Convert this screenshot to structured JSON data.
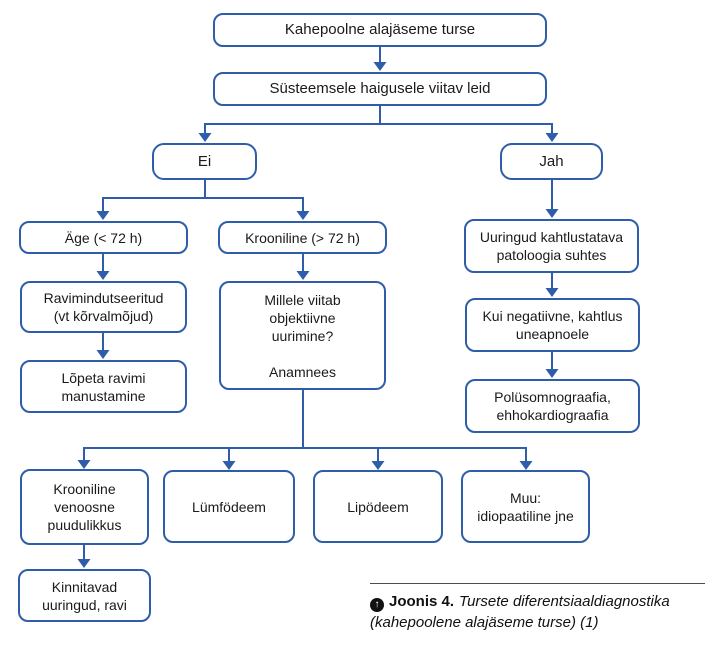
{
  "colors": {
    "accent": "#2f5da9",
    "box_background": "#ffffff",
    "text": "#1a1a1a"
  },
  "flowchart": {
    "title_node": "Kahepoolne alajäseme turse",
    "systemic_finding": "Süsteemsele haigusele viitav leid",
    "no": "Ei",
    "yes": "Jah",
    "acute": "Äge (< 72 h)",
    "chronic": "Krooniline (> 72 h)",
    "drug_induced": "Ravimindutseeritud\n(vt kõrvalmõjud)",
    "stop_treatment": "Lõpeta ravimi\nmanustamine",
    "objective_exam": "Millele viitab\nobjektiivne\nuurimine?\n\nAnamnees",
    "investigations": "Uuringud kahtlustatava\npatoloogia suhtes",
    "if_negative": "Kui negatiivne, kahtlus\nuneapnoele",
    "polysomnography": "Polüsomnograafia,\nehhokardiograafia",
    "chronic_venous_insufficiency": "Krooniline\nvenoosne\npuudulikkus",
    "lymphedema": "Lümfödeem",
    "lipedema": "Lipödeem",
    "other": "Muu:\nidiopaatiline jne",
    "confirming_studies": "Kinnitavad\nuuringud, ravi"
  },
  "caption": {
    "icon": "↑",
    "figure_label": "Joonis 4.",
    "figure_title": "Tursete diferentsiaaldiagnostika (kahepoolene alajäseme turse) (1)"
  }
}
